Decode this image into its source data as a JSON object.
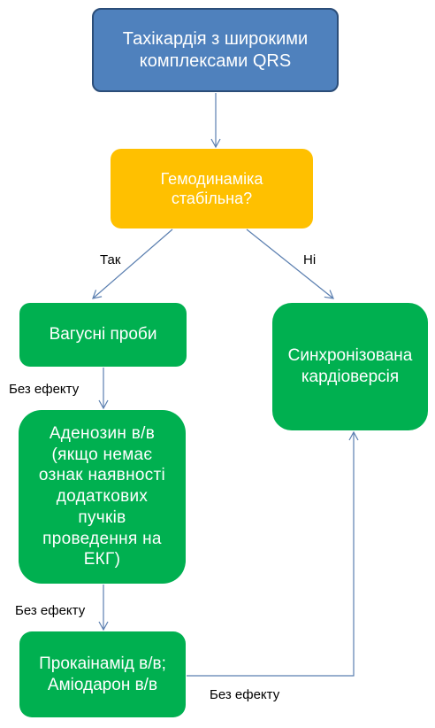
{
  "flowchart": {
    "start": "Тахікардія з широкими\nкомплексами QRS",
    "decision": "Гемодинаміка\nстабільна?",
    "vagal": "Вагусні проби",
    "adenosine": "Аденозин в/в\n(якщо немає\nознак  наявності\nдодаткових\nпучків\nпроведення на\nЕКГ)",
    "procainamide": "Прокаінамід в/в;\nАміодарон в/в",
    "cardioversion": "Синхронізована\nкардіоверсія",
    "labels": {
      "yes": "Так",
      "no": "Ні",
      "no_effect_1": "Без ефекту",
      "no_effect_2": "Без ефекту",
      "no_effect_3": "Без ефекту"
    }
  },
  "colors": {
    "start_fill": "#4f81bd",
    "start_border": "#2b4d78",
    "decision_fill": "#ffc000",
    "action_fill": "#00b050",
    "connector": "#5b7fb0"
  }
}
